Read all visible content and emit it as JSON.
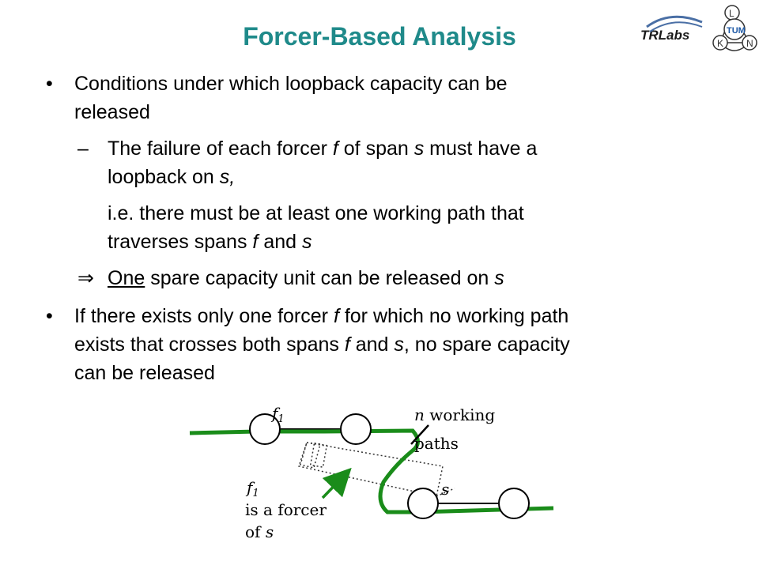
{
  "slide": {
    "title": "Forcer-Based Analysis"
  },
  "logo": {
    "brand_text": "TRLabs",
    "node_letters": [
      "L",
      "TUM",
      "K",
      "N"
    ]
  },
  "bullets": {
    "b1_line1": "Conditions under which loopback capacity can be",
    "b1_line2": "released",
    "sub1_dash": "–",
    "sub1_line1_a": "The failure of each forcer ",
    "sub1_line1_f": "f",
    "sub1_line1_b": " of span ",
    "sub1_line1_s": "s",
    "sub1_line1_c": " must have a",
    "sub1_line2": "loopback on ",
    "sub1_line2_s": "s,",
    "ie_line1": "i.e. there must be at least one working path that",
    "ie_line2_a": "traverses spans ",
    "ie_line2_f": "f",
    "ie_line2_b": " and ",
    "ie_line2_s": "s",
    "implies_symbol": "⇒",
    "implies_one": "One",
    "implies_rest": " spare capacity unit can be released on ",
    "implies_s": "s",
    "b2_line1_a": "If there exists only one forcer ",
    "b2_line1_f": "f",
    "b2_line1_b": " for which no working path",
    "b2_line2_a": "exists that crosses both spans ",
    "b2_line2_f": "f",
    "b2_line2_b": " and ",
    "b2_line2_s": "s",
    "b2_line2_c": ", no spare capacity",
    "b2_line3": "can be released"
  },
  "diagram": {
    "label_f1_top": "f",
    "label_f1_top_sub": "1",
    "label_n": "n",
    "label_working": " working",
    "label_paths": "paths",
    "label_s": "s",
    "label_f1_left": "f",
    "label_f1_left_sub": "1",
    "label_is_a_forcer": "is a forcer",
    "label_of": "of ",
    "label_of_s": "s",
    "colors": {
      "path": "#1a8c1a",
      "arrow": "#1a8c1a",
      "node": "#000000"
    }
  }
}
